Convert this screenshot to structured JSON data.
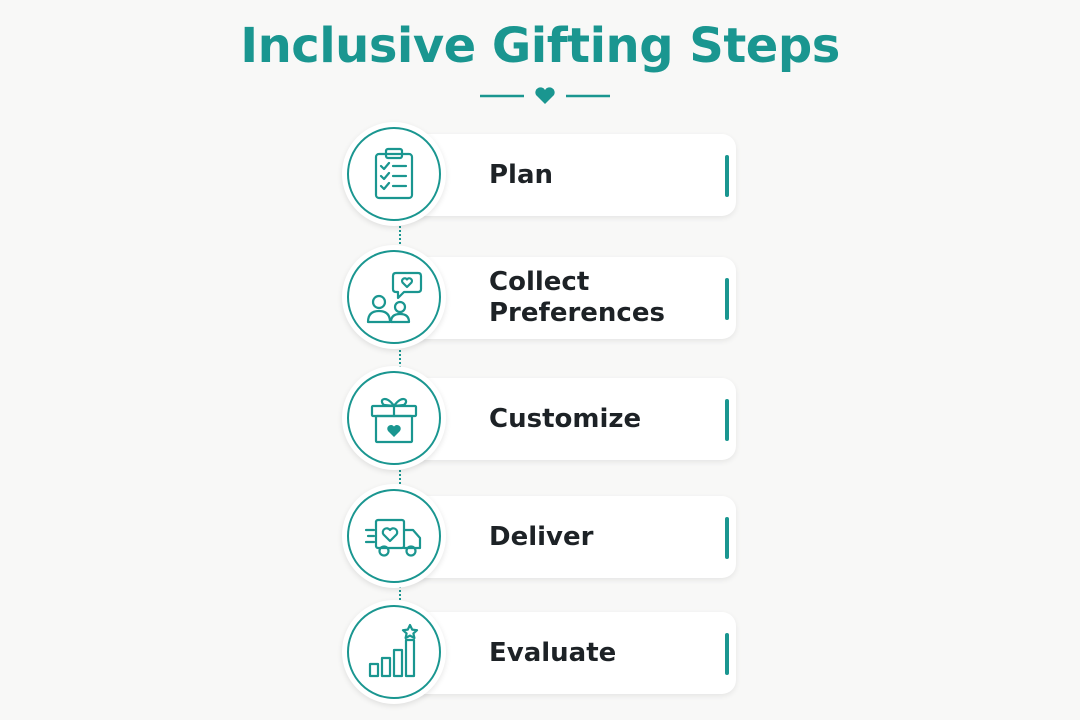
{
  "title": "Inclusive Gifting Steps",
  "colors": {
    "accent": "#1a9690",
    "text": "#1d2226",
    "background": "#f8f8f7"
  },
  "steps": [
    {
      "label": "Plan",
      "icon": "clipboard-checklist-icon"
    },
    {
      "label": "Collect Preferences",
      "icon": "people-heart-speech-icon"
    },
    {
      "label": "Customize",
      "icon": "gift-box-heart-icon"
    },
    {
      "label": "Deliver",
      "icon": "delivery-truck-heart-icon"
    },
    {
      "label": "Evaluate",
      "icon": "bar-chart-star-icon"
    }
  ]
}
